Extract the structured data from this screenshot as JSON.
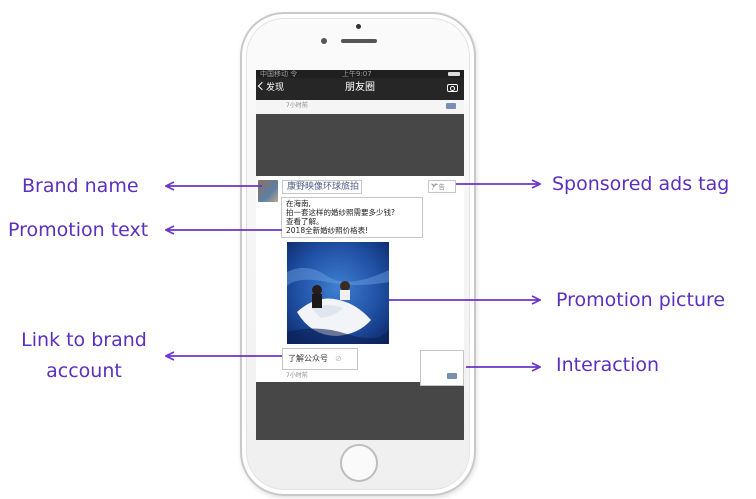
{
  "phone": {
    "status_carrier": "中国移动 令",
    "status_time": "上午9:07",
    "nav_back": "发现",
    "nav_title": "朋友圈",
    "prev_time": "7小时前",
    "brand_name": "康野映像环球旅拍",
    "ad_tag": "广告",
    "promo_lines": [
      "在海南,",
      "拍一套这样的婚纱照需要多少钱?",
      "查看了解。",
      "2018全新婚纱照价格表!"
    ],
    "link_label": "了解公众号",
    "post_time": "7小时前"
  },
  "annotations": {
    "brand_name": "Brand name",
    "promotion_text": "Promotion text",
    "link_line1": "Link to brand",
    "link_line2": "account",
    "sponsored": "Sponsored ads tag",
    "promotion_picture": "Promotion picture",
    "interaction": "Interaction"
  },
  "colors": {
    "annotation": "#5b2fbf",
    "arrow": "#6a35c9"
  }
}
